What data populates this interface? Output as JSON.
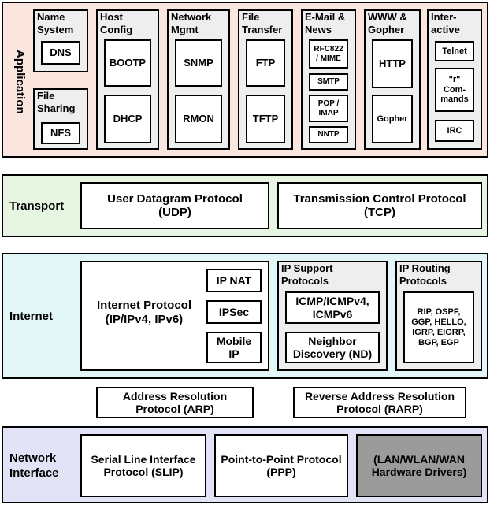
{
  "application": {
    "label": "Application",
    "name_system": {
      "title": "Name\nSystem",
      "items": [
        "DNS"
      ]
    },
    "file_sharing": {
      "title": "File\nSharing",
      "items": [
        "NFS"
      ]
    },
    "host_config": {
      "title": "Host\nConfig",
      "items": [
        "BOOTP",
        "DHCP"
      ]
    },
    "network_mgmt": {
      "title": "Network\nMgmt",
      "items": [
        "SNMP",
        "RMON"
      ]
    },
    "file_transfer": {
      "title": "File\nTransfer",
      "items": [
        "FTP",
        "TFTP"
      ]
    },
    "email_news": {
      "title": "E-Mail &\nNews",
      "items": [
        "RFC822\n/ MIME",
        "SMTP",
        "POP /\nIMAP",
        "NNTP"
      ]
    },
    "www_gopher": {
      "title": "WWW &\nGopher",
      "items": [
        "HTTP",
        "Gopher"
      ]
    },
    "interactive": {
      "title": "Inter-\nactive",
      "items": [
        "Telnet",
        "\"r\"\nCom-\nmands",
        "IRC"
      ]
    }
  },
  "transport": {
    "label": "Transport",
    "udp": "User Datagram Protocol\n(UDP)",
    "tcp": "Transmission Control Protocol\n(TCP)"
  },
  "internet": {
    "label": "Internet",
    "ip": "Internet Protocol\n(IP/IPv4, IPv6)",
    "ip_nat": "IP NAT",
    "ipsec": "IPSec",
    "mobile_ip": "Mobile\nIP",
    "support": {
      "title": "IP Support\nProtocols",
      "items": [
        "ICMP/ICMPv4,\nICMPv6",
        "Neighbor\nDiscovery (ND)"
      ]
    },
    "routing": {
      "title": "IP Routing\nProtocols",
      "items": [
        "RIP, OSPF,\nGGP, HELLO,\nIGRP, EIGRP,\nBGP, EGP"
      ]
    }
  },
  "arp": "Address Resolution\nProtocol (ARP)",
  "rarp": "Reverse Address Resolution\nProtocol (RARP)",
  "network_interface": {
    "label": "Network\nInterface",
    "slip": "Serial Line Interface\nProtocol (SLIP)",
    "ppp": "Point-to-Point Protocol\n(PPP)",
    "drivers": "(LAN/WLAN/WAN\nHardware Drivers)"
  },
  "colors": {
    "application_bg": "#fbe6df",
    "transport_bg": "#e6f6e2",
    "internet_bg": "#e3f6f7",
    "network_bg": "#e2e3f7",
    "group_bg": "#eeeeee",
    "drivers_bg": "#9b9b9b"
  }
}
